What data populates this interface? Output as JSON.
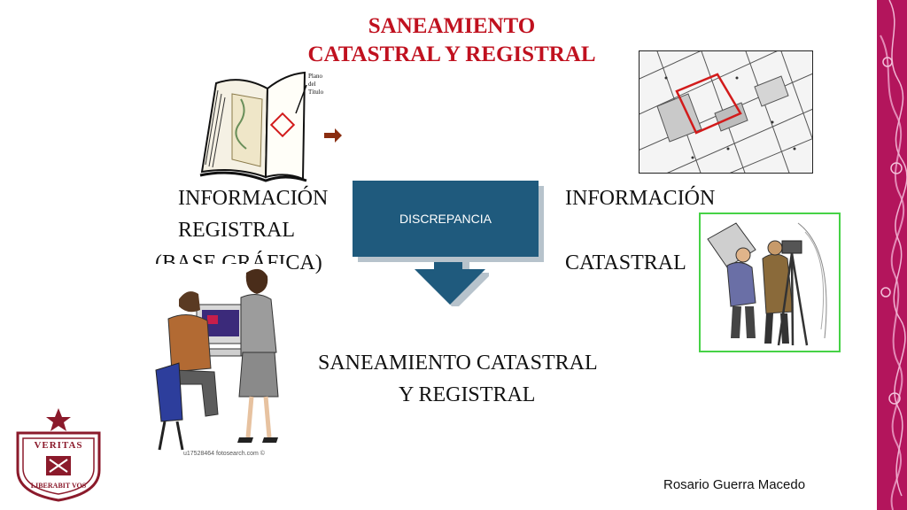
{
  "title": {
    "line1": "SANEAMIENTO",
    "line2": "CATASTRAL Y REGISTRAL"
  },
  "left_block": {
    "line1": "INFORMACIÓN",
    "line2": "REGISTRAL",
    "line3": "(BASE GRÁFICA)"
  },
  "right_block": {
    "line1": "INFORMACIÓN",
    "line2": "CATASTRAL"
  },
  "discrepancy_label": "DISCREPANCIA",
  "result": {
    "line1": "SANEAMIENTO CATASTRAL",
    "line2": "Y REGISTRAL"
  },
  "book_label": {
    "line1": "Plano",
    "line2": "del",
    "line3": "Título"
  },
  "office_caption": "u17528464 fotosearch.com ©",
  "logo": {
    "top_text": "VERITAS",
    "bottom_text": "LIBERABIT VOS"
  },
  "footer_author": "Rosario Guerra Macedo",
  "colors": {
    "title": "#c0111f",
    "box": "#1f5a7d",
    "band": "#b3155c",
    "frame": "#46d246"
  }
}
